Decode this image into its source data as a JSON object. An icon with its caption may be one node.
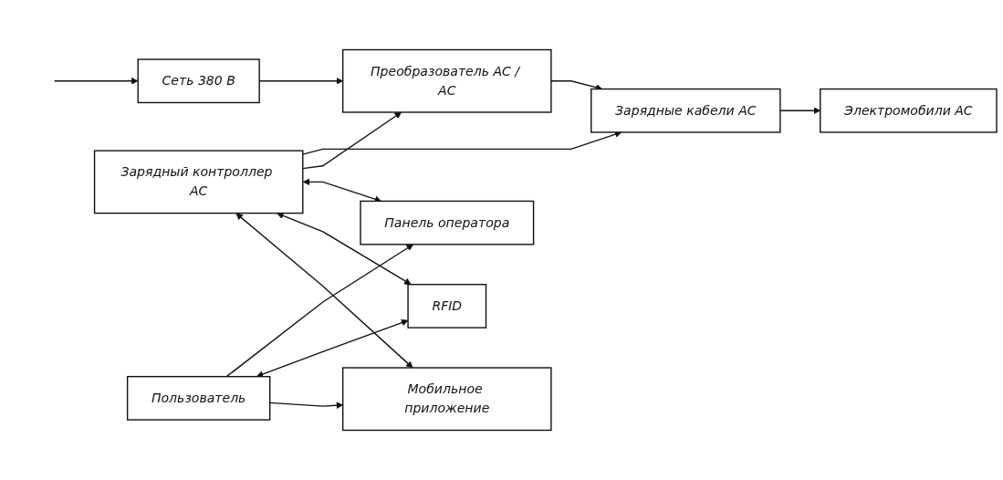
{
  "diagram": {
    "nodes": [
      {
        "text": [
          "Сеть 380 В"
        ]
      },
      {
        "text": [
          "Преобразователь AC / AC"
        ]
      },
      {
        "text": [
          "Зарядные кабели AC"
        ]
      },
      {
        "text": [
          "Электромобили AC"
        ]
      },
      {
        "text": [
          "Зарядный контроллер AC"
        ]
      },
      {
        "text": [
          "Панель оператора"
        ]
      },
      {
        "text": [
          "RFID"
        ]
      },
      {
        "text": [
          "Мобильное приложение"
        ]
      },
      {
        "text": [
          "Пользователь"
        ]
      }
    ],
    "edges": [
      {
        "from": null,
        "to": 0,
        "arrow": "to"
      },
      {
        "from": 0,
        "to": 1,
        "arrow": "to"
      },
      {
        "from": 1,
        "to": 2,
        "arrow": "to"
      },
      {
        "from": 2,
        "to": 3,
        "arrow": "to"
      },
      {
        "from": 4,
        "to": 2,
        "arrow": "to"
      },
      {
        "from": 4,
        "to": 1,
        "arrow": "to"
      },
      {
        "from": 4,
        "to": 5,
        "arrow": "both"
      },
      {
        "from": 4,
        "to": 6,
        "arrow": "both"
      },
      {
        "from": 4,
        "to": 7,
        "arrow": "both"
      },
      {
        "from": 8,
        "to": 5,
        "arrow": "to"
      },
      {
        "from": 8,
        "to": 6,
        "arrow": "both"
      },
      {
        "from": 8,
        "to": 7,
        "arrow": "to"
      }
    ]
  }
}
